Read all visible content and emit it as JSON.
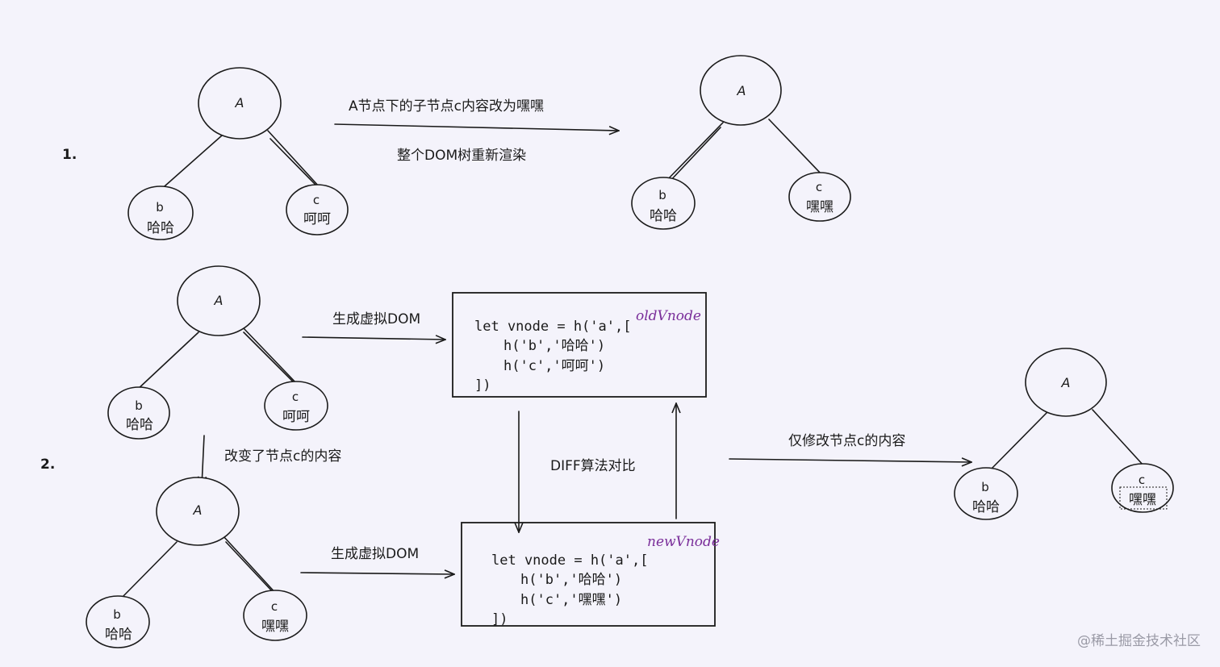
{
  "steps": [
    "1.",
    "2."
  ],
  "nodes": {
    "root": "A",
    "b_label": "b",
    "b_text": "哈哈",
    "c_label": "c",
    "c_text_old": "呵呵",
    "c_text_new": "嘿嘿"
  },
  "labels": {
    "step1_top": "A节点下的子节点c内容改为嘿嘿",
    "step1_bottom": "整个DOM树重新渲染",
    "gen_vdom_top": "生成虚拟DOM",
    "gen_vdom_bottom": "生成虚拟DOM",
    "changed": "改变了节点c的内容",
    "diff": "DIFF算法对比",
    "patch": "仅修改节点c的内容"
  },
  "old_code": {
    "tag": "oldVnode",
    "line1": "let vnode = h('a',[",
    "line2": "h('b','哈哈')",
    "line3": "h('c','呵呵')",
    "line4": "])"
  },
  "new_code": {
    "tag": "newVnode",
    "line1": "let vnode = h('a',[",
    "line2": "h('b','哈哈')",
    "line3": "h('c','嘿嘿')",
    "line4": "])"
  },
  "watermark": "@稀土掘金技术社区"
}
